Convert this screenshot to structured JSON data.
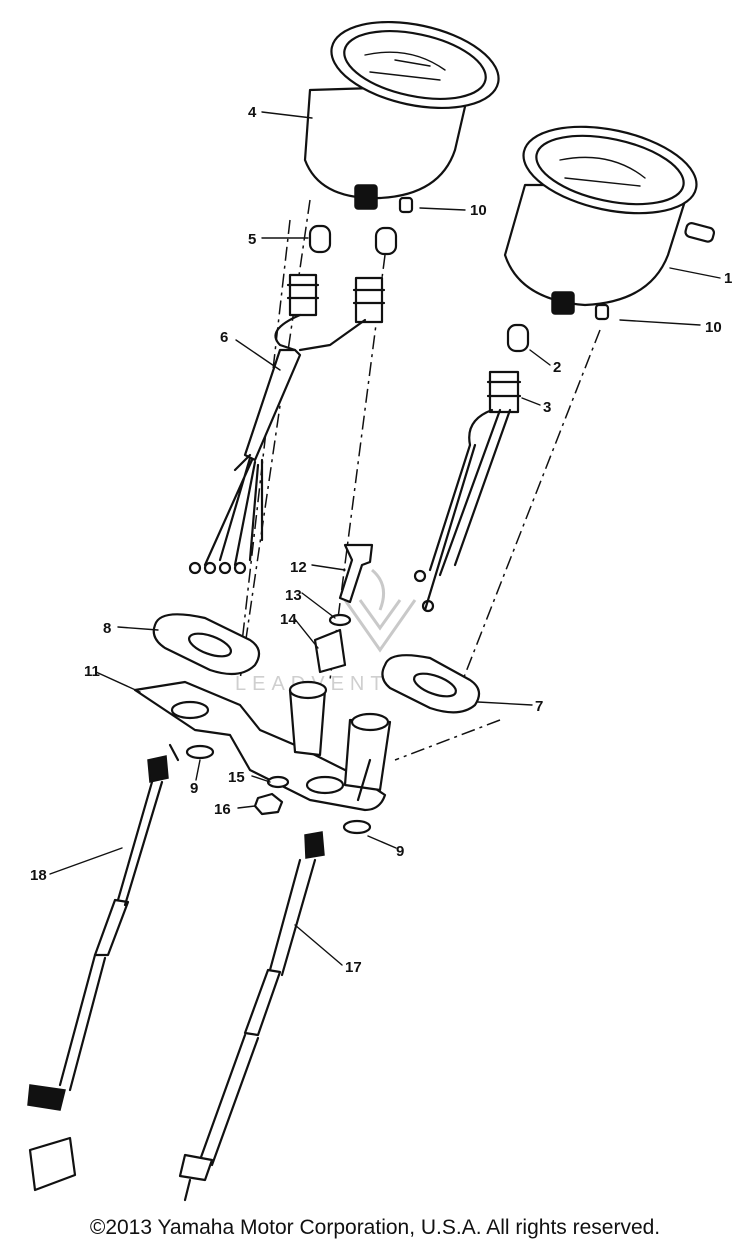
{
  "callouts": [
    {
      "id": "1",
      "label": "1"
    },
    {
      "id": "2",
      "label": "2"
    },
    {
      "id": "3",
      "label": "3"
    },
    {
      "id": "4",
      "label": "4"
    },
    {
      "id": "5",
      "label": "5"
    },
    {
      "id": "6",
      "label": "6"
    },
    {
      "id": "7",
      "label": "7"
    },
    {
      "id": "8",
      "label": "8"
    },
    {
      "id": "9a",
      "label": "9"
    },
    {
      "id": "9b",
      "label": "9"
    },
    {
      "id": "10a",
      "label": "10"
    },
    {
      "id": "10b",
      "label": "10"
    },
    {
      "id": "11",
      "label": "11"
    },
    {
      "id": "12",
      "label": "12"
    },
    {
      "id": "13",
      "label": "13"
    },
    {
      "id": "14",
      "label": "14"
    },
    {
      "id": "15",
      "label": "15"
    },
    {
      "id": "16",
      "label": "16"
    },
    {
      "id": "17",
      "label": "17"
    },
    {
      "id": "18",
      "label": "18"
    }
  ],
  "watermark": {
    "text": "LEADVENTURE"
  },
  "footer": {
    "copyright": "©2013 Yamaha Motor Corporation, U.S.A. All rights reserved."
  }
}
